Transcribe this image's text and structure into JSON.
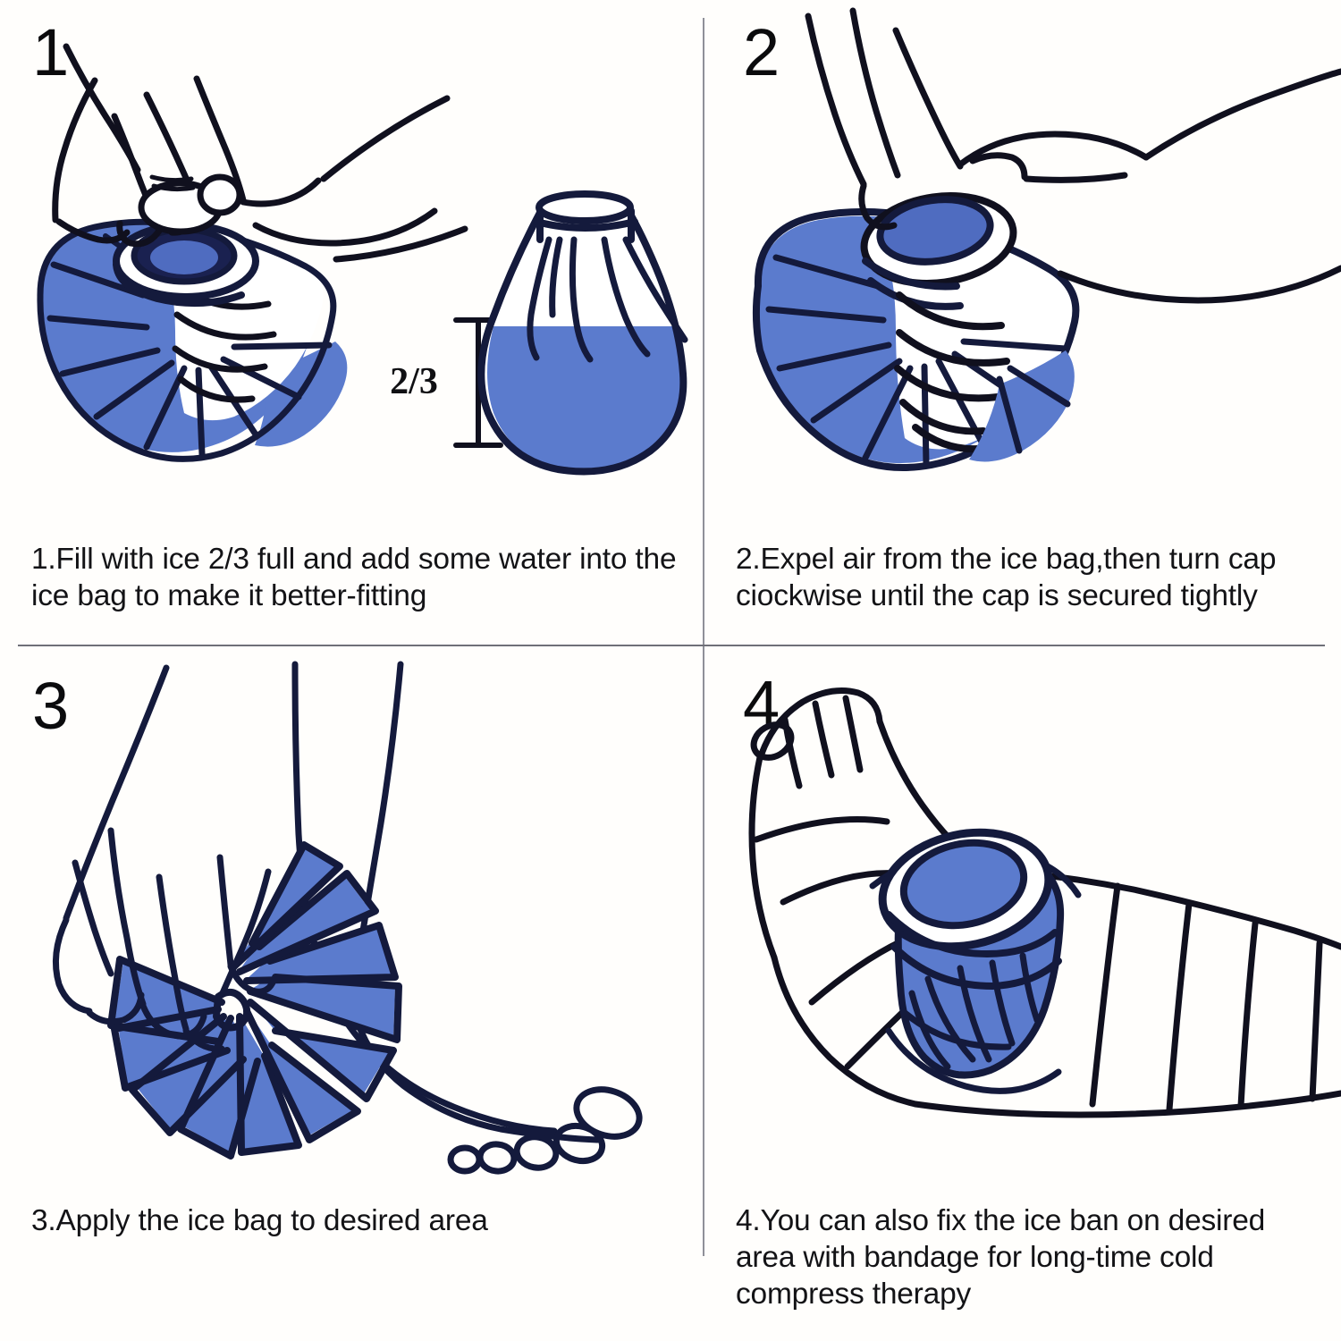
{
  "document": {
    "title": "Ice Bag Usage Instructions",
    "layout": "2x2 instruction grid"
  },
  "colors": {
    "background": "#fffefc",
    "ink": "#10101e",
    "ink_navy": "#141a3c",
    "gel_blue": "#5b7bcd",
    "gel_blue_dark": "#4f6cc0",
    "divider": "#8f9099",
    "text": "#131316"
  },
  "panels": [
    {
      "number": "1",
      "caption": "1.Fill with ice 2/3 full and add some water into the ice bag to make it better-fitting",
      "illustration": "hand-placing-cap-on-ice-bag",
      "annotation": {
        "label": "2/3",
        "meaning": "fill level marker on the ice bag"
      }
    },
    {
      "number": "2",
      "caption": "2.Expel air from the ice bag,then turn cap ciockwise until the cap is secured tightly",
      "illustration": "hand-twisting-cap-on-ice-bag"
    },
    {
      "number": "3",
      "caption": "3.Apply the ice bag to desired area",
      "illustration": "hand-holding-ice-bag-on-ankle"
    },
    {
      "number": "4",
      "caption": "4.You can also fix the ice ban on desired area with bandage for long-time cold compress therapy",
      "illustration": "ice-bag-secured-to-ankle-with-bandage"
    }
  ]
}
